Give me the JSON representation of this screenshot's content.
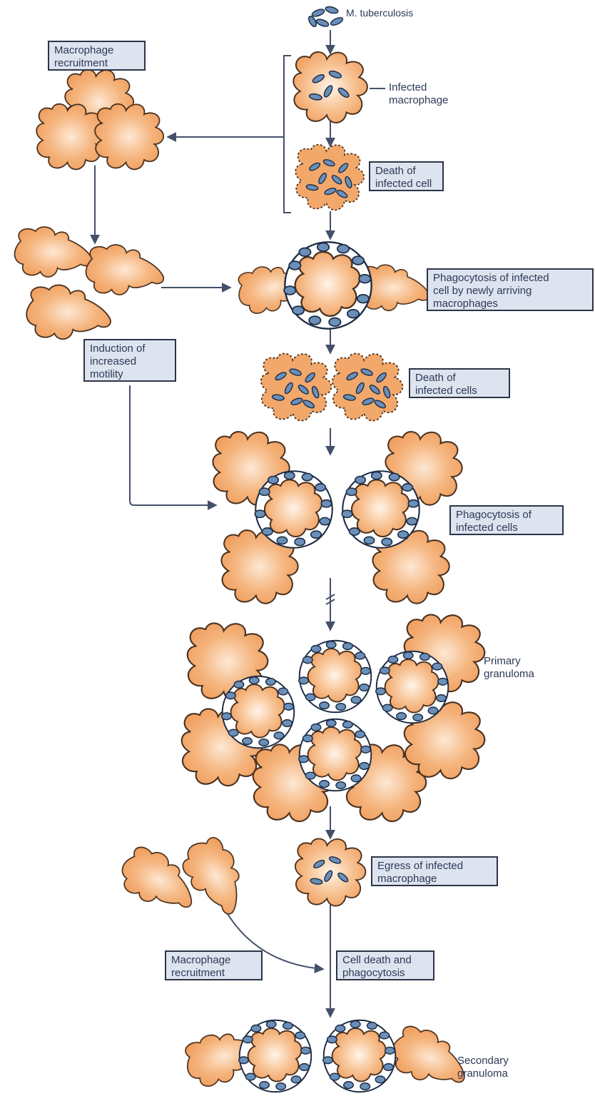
{
  "labels": {
    "pathogen": "M. tuberculosis",
    "infected_macrophage": "Infected\nmacrophage",
    "macrophage_recruitment_top": "Macrophage\nrecruitment",
    "death_infected_cell": "Death of\ninfected cell",
    "phagocytosis_new_macrophages": "Phagocytosis of infected\ncell by newly arriving\nmacrophages",
    "induction_motility": "Induction of\nincreased\nmotility",
    "death_infected_cells": "Death of\ninfected cells",
    "phagocytosis_infected_cells": "Phagocytosis of\ninfected cells",
    "primary_granuloma": "Primary\ngranuloma",
    "egress": "Egress of infected\nmacrophage",
    "macrophage_recruitment_bottom": "Macrophage\nrecruitment",
    "cell_death_phagocytosis": "Cell death and\nphagocytosis",
    "secondary_granuloma": "Secondary\ngranuloma"
  },
  "colors": {
    "cell_fill": "#f2a86b",
    "cell_stroke": "#4a3220",
    "cell_core": "#fde8d4",
    "bacteria_fill": "#6a8fb8",
    "bacteria_stroke": "#1c2b44",
    "arrow": "#44506a",
    "box_fill": "#dde3ef",
    "box_border": "#2c3547",
    "text": "#2d3a56"
  }
}
